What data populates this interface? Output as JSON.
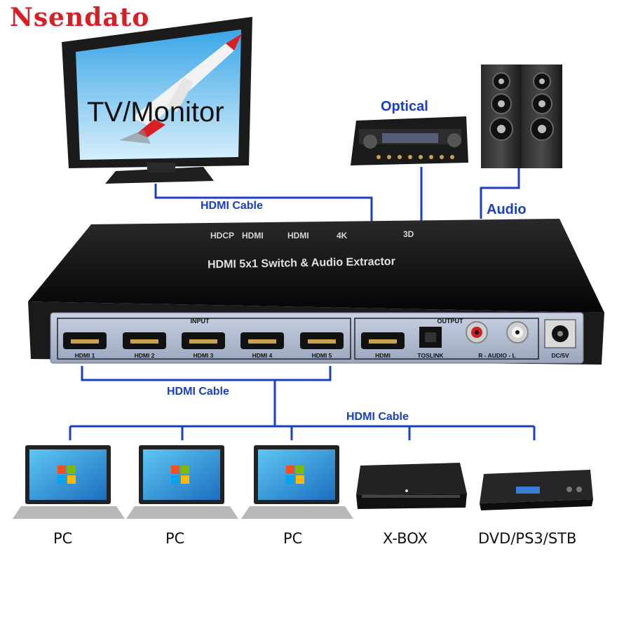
{
  "brand": "Nsendato",
  "tv_label": "TV/Monitor",
  "labels": {
    "optical": "Optical",
    "audio": "Audio",
    "hdmi_cable_top": "HDMI Cable",
    "hdmi_cable_mid": "HDMI Cable",
    "hdmi_cable_right": "HDMI Cable"
  },
  "switch": {
    "top_badges": [
      "HDMI",
      "HDCP",
      "4K",
      "3D"
    ],
    "title": "HDMI 5x1 Switch & Audio Extractor",
    "input_group": "INPUT",
    "output_group": "OUTPUT",
    "ports": [
      "HDMI 1",
      "HDMI 2",
      "HDMI 3",
      "HDMI 4",
      "HDMI 5"
    ],
    "out_hdmi": "HDMI",
    "toslink": "TOSLINK",
    "rca": "R - AUDIO - L",
    "power": "DC/5V"
  },
  "devices": [
    "PC",
    "PC",
    "PC",
    "X-BOX",
    "DVD/PS3/STB"
  ],
  "colors": {
    "brand": "#d81f26",
    "cable": "#1a3fbf",
    "label": "#1a3fbf"
  }
}
